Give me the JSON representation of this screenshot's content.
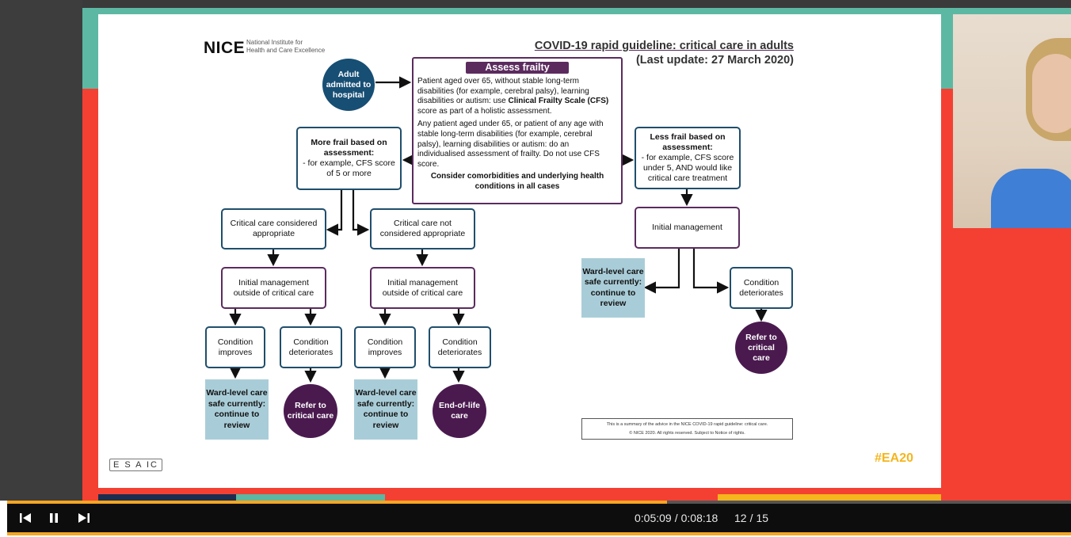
{
  "slide": {
    "nice_logo": "NICE",
    "nice_sub_1": "National Institute for",
    "nice_sub_2": "Health and Care Excellence",
    "title_line1": "COVID-19 rapid guideline: critical care in adults",
    "title_line2": "(Last update: 27 March 2020)",
    "adult_circle": "Adult admitted to hospital",
    "assess_header": "Assess frailty",
    "assess_p1_pre": "Patient aged over 65, without stable long-term disabilities (for example, cerebral palsy), learning disabilities or autism: use ",
    "assess_p1_bold": "Clinical Frailty Scale (CFS)",
    "assess_p1_post": " score as part of a holistic assessment.",
    "assess_p2": "Any patient aged under 65, or patient of any age with stable long-term disabilities (for example, cerebral palsy), learning disabilities or autism: do an individualised assessment of frailty. Do not use CFS score.",
    "assess_p3": "Consider comorbidities and underlying health conditions in all cases",
    "more_frail_title": "More frail based on assessment:",
    "more_frail_detail": "- for example, CFS score of 5 or more",
    "less_frail_title": "Less frail based on assessment:",
    "less_frail_detail": "- for example, CFS score under 5, AND would like critical care treatment",
    "cc_appropriate": "Critical care considered appropriate",
    "cc_not_appropriate": "Critical care not considered appropriate",
    "initial_mgmt_outside": "Initial management outside of critical care",
    "initial_mgmt": "Initial management",
    "condition_improves": "Condition improves",
    "condition_deteriorates": "Condition deteriorates",
    "ward_level": "Ward-level care safe currently: continue to review",
    "refer_critical": "Refer to critical care",
    "end_of_life": "End-of-life care",
    "footer_note_1": "This is a summary of the advice in the NICE COVID-19 rapid guideline: critical care.",
    "footer_note_2": "© NICE 2020. All rights reserved. Subject to Notice of rights.",
    "esaic_logo": "E S A IC",
    "hashtag": "#EA20"
  },
  "player": {
    "time_current": "0:05:09",
    "time_separator": "/",
    "time_total": "0:08:18",
    "slide_current": "12",
    "slide_total": "15",
    "progress_fraction": 0.62,
    "prev_icon": "skip-previous-icon",
    "pause_icon": "pause-icon",
    "next_icon": "skip-next-icon"
  },
  "colors": {
    "accent_orange": "#f5a623",
    "brand_red": "#f44033",
    "teal": "#5cb8a3",
    "nice_purple": "#4a1a4f",
    "nice_blue": "#174e74"
  }
}
